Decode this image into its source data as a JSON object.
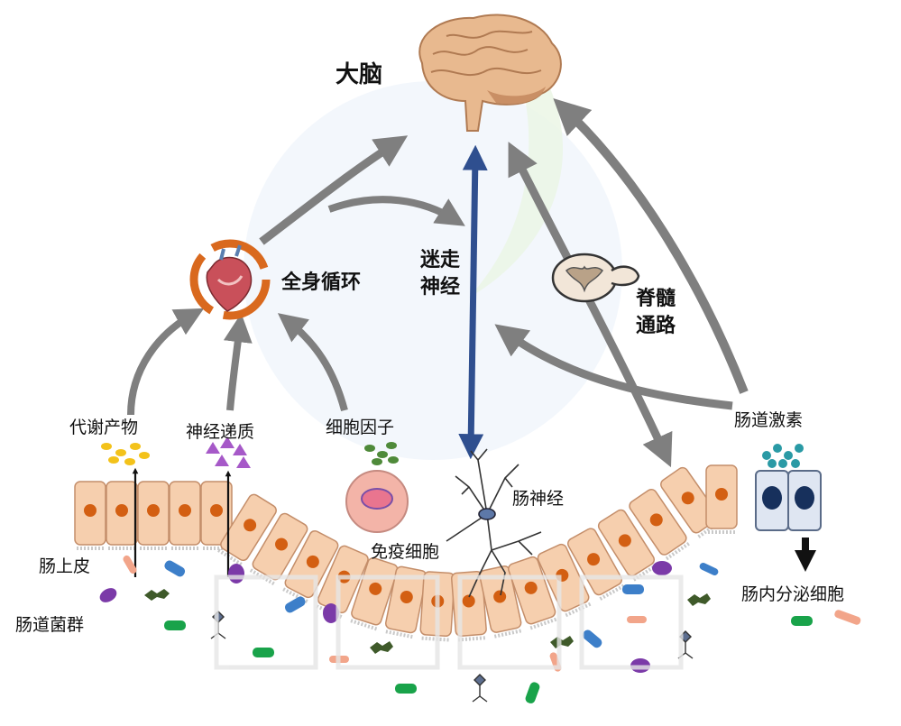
{
  "labels": {
    "brain": "大脑",
    "circulation": "全身循环",
    "vagus_line1": "迷走",
    "vagus_line2": "神经",
    "spinal_line1": "脊髓",
    "spinal_line2": "通路",
    "gut_hormones": "肠道激素",
    "metabolites": "代谢产物",
    "neurotransmitters": "神经递质",
    "cytokines": "细胞因子",
    "enteric_nerve": "肠神经",
    "immune_cell": "免疫细胞",
    "epithelium": "肠上皮",
    "microbiota": "肠道菌群",
    "endocrine_cell": "肠内分泌细胞"
  },
  "colors": {
    "gray_arrow": "#7f7f7f",
    "vagus_arrow": "#2f4f8f",
    "cell_fill": "#f6cfae",
    "nucleus": "#d35f12",
    "circulation_ring": "#d9691e"
  }
}
